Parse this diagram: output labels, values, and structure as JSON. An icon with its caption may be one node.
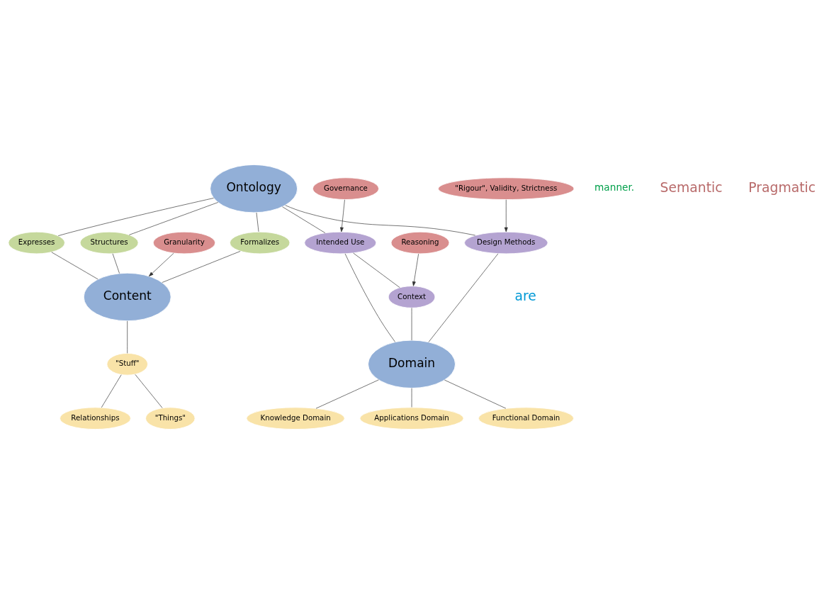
{
  "diagram": {
    "nodes": [
      {
        "text": [
          "Ontology"
        ]
      },
      {
        "text": [
          "Formalizes"
        ]
      },
      {
        "text": [
          "Expresses"
        ]
      },
      {
        "text": [
          "Structures"
        ]
      },
      {
        "text": [
          "Content"
        ]
      },
      {
        "text": [
          "Granularity"
        ]
      },
      {
        "text": [
          "\"Stuff\""
        ]
      },
      {
        "text": [
          "\"Things\""
        ]
      },
      {
        "text": [
          "Relationships"
        ]
      },
      {
        "text": [
          "\"Rigour\", Validity, Strictness"
        ]
      },
      {
        "text": [
          "Intended Use"
        ]
      },
      {
        "text": [
          "Governance"
        ]
      },
      {
        "text": [
          "Design Methods"
        ]
      },
      {
        "text": [
          "Context"
        ]
      },
      {
        "text": [
          "Reasoning"
        ]
      },
      {
        "text": [
          "Domain"
        ]
      },
      {
        "text": [
          "Knowledge Domain"
        ]
      },
      {
        "text": [
          "Applications Domain"
        ]
      },
      {
        "text": [
          "Functional Domain"
        ]
      }
    ],
    "edges": [
      {
        "from": 0,
        "to": 1,
        "arrow": "none"
      },
      {
        "from": 1,
        "to": 4,
        "arrow": "none"
      },
      {
        "from": 0,
        "to": 2,
        "arrow": "none"
      },
      {
        "from": 2,
        "to": 4,
        "arrow": "none"
      },
      {
        "from": 0,
        "to": 3,
        "arrow": "none"
      },
      {
        "from": 3,
        "to": 4,
        "arrow": "none"
      },
      {
        "from": 5,
        "to": 4,
        "arrow": "to"
      },
      {
        "from": 4,
        "to": 6,
        "arrow": "none"
      },
      {
        "from": 6,
        "to": 7,
        "arrow": "none"
      },
      {
        "from": 6,
        "to": 8,
        "arrow": "none"
      },
      {
        "from": 0,
        "to": 10,
        "arrow": "none"
      },
      {
        "from": 0,
        "to": 12,
        "arrow": "none"
      },
      {
        "from": 9,
        "to": 12,
        "arrow": "to"
      },
      {
        "from": 11,
        "to": 10,
        "arrow": "to"
      },
      {
        "from": 10,
        "to": 13,
        "arrow": "none"
      },
      {
        "from": 10,
        "to": 15,
        "arrow": "none"
      },
      {
        "from": 14,
        "to": 13,
        "arrow": "to"
      },
      {
        "from": 13,
        "to": 15,
        "arrow": "none"
      },
      {
        "from": 12,
        "to": 15,
        "arrow": "none"
      },
      {
        "from": 15,
        "to": 16,
        "arrow": "none"
      },
      {
        "from": 15,
        "to": 17,
        "arrow": "none"
      },
      {
        "from": 15,
        "to": 18,
        "arrow": "none"
      }
    ],
    "labels": [
      "manner.",
      "Semantic",
      "Pragmatic",
      "are"
    ]
  }
}
